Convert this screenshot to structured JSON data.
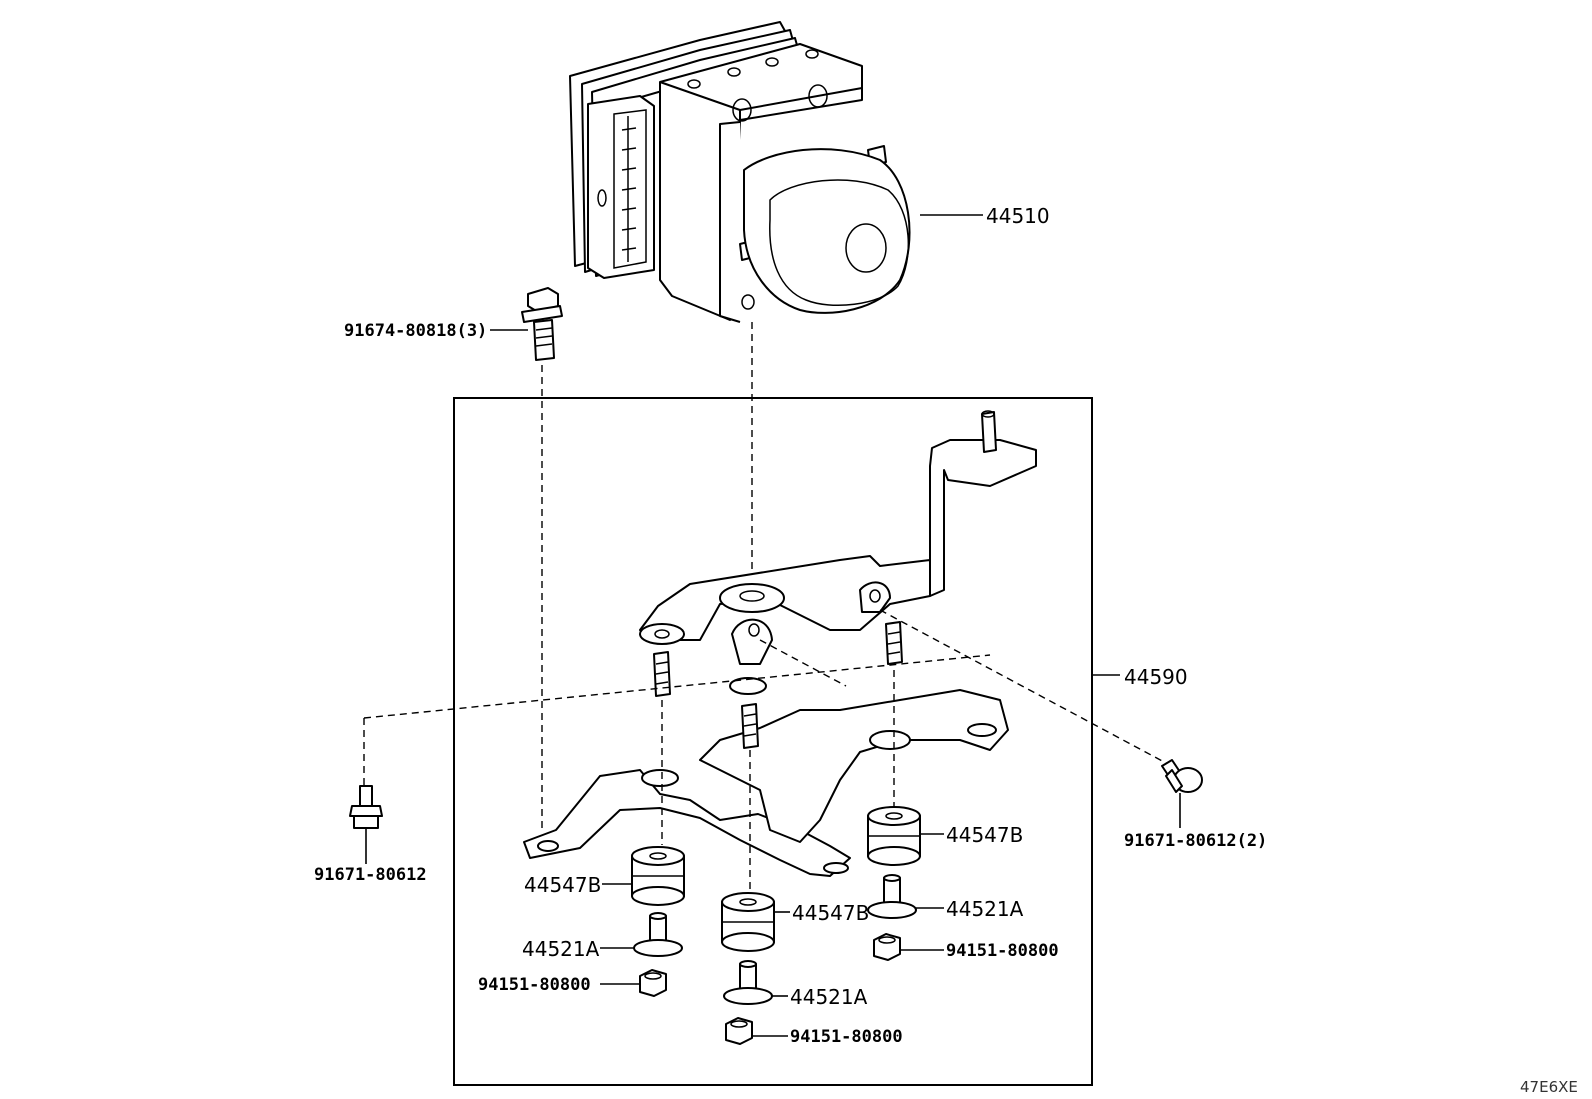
{
  "labels": {
    "abs_actuator": "44510",
    "bracket_assy": "44590",
    "bolt_top": "91674-80818(3)",
    "bolt_left": "91671-80612",
    "bolt_right": "91671-80612(2)",
    "cushion_left": "44547B",
    "cushion_center": "44547B",
    "cushion_right": "44547B",
    "collar_left": "44521A",
    "collar_center": "44521A",
    "collar_right": "44521A",
    "nut_left": "94151-80800",
    "nut_center": "94151-80800",
    "nut_right": "94151-80800"
  },
  "diagram_code": "47E6XE"
}
